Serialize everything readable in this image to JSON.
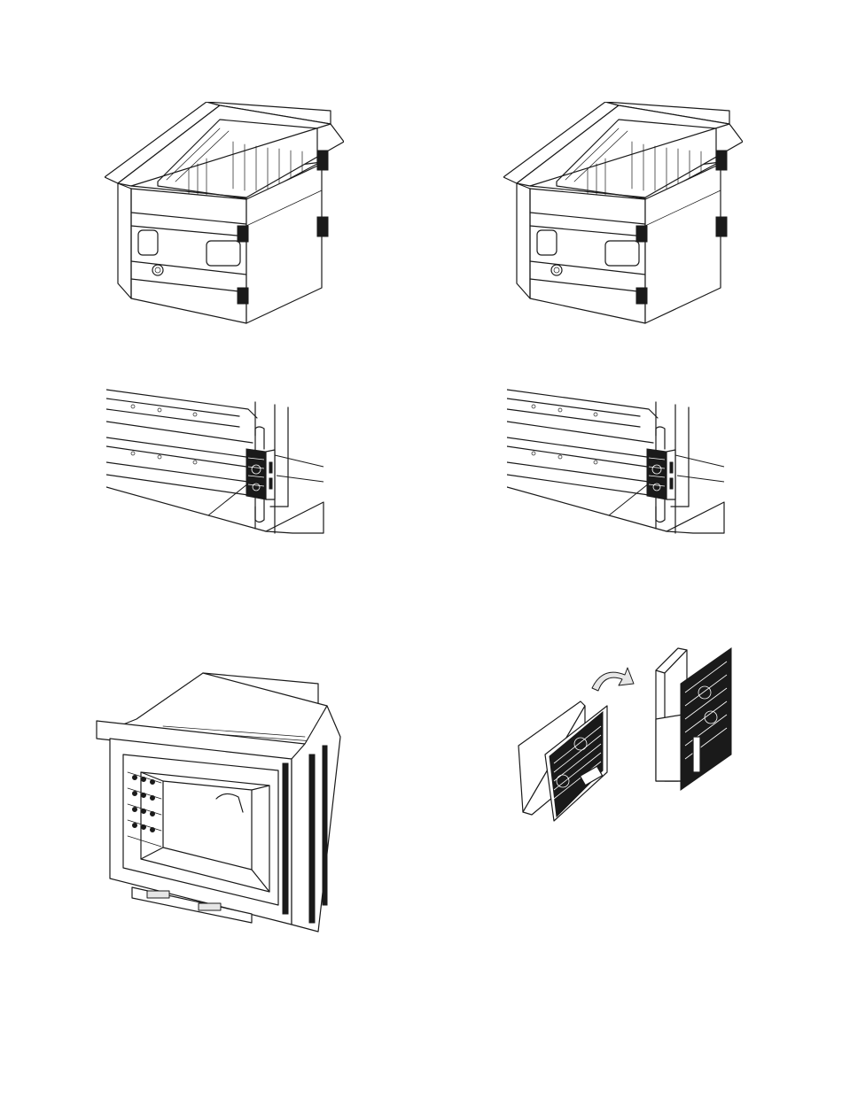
{
  "figure": {
    "panels": [
      {
        "id": "drawer-left",
        "label": ""
      },
      {
        "id": "drawer-right",
        "label": ""
      },
      {
        "id": "detail-left",
        "label": ""
      },
      {
        "id": "detail-right",
        "label": ""
      },
      {
        "id": "oven",
        "label": ""
      },
      {
        "id": "blocks",
        "label": ""
      }
    ]
  },
  "colors": {
    "line": "#1a1a1a",
    "background": "#ffffff"
  },
  "icons": [
    "rotate-arrow-icon"
  ]
}
